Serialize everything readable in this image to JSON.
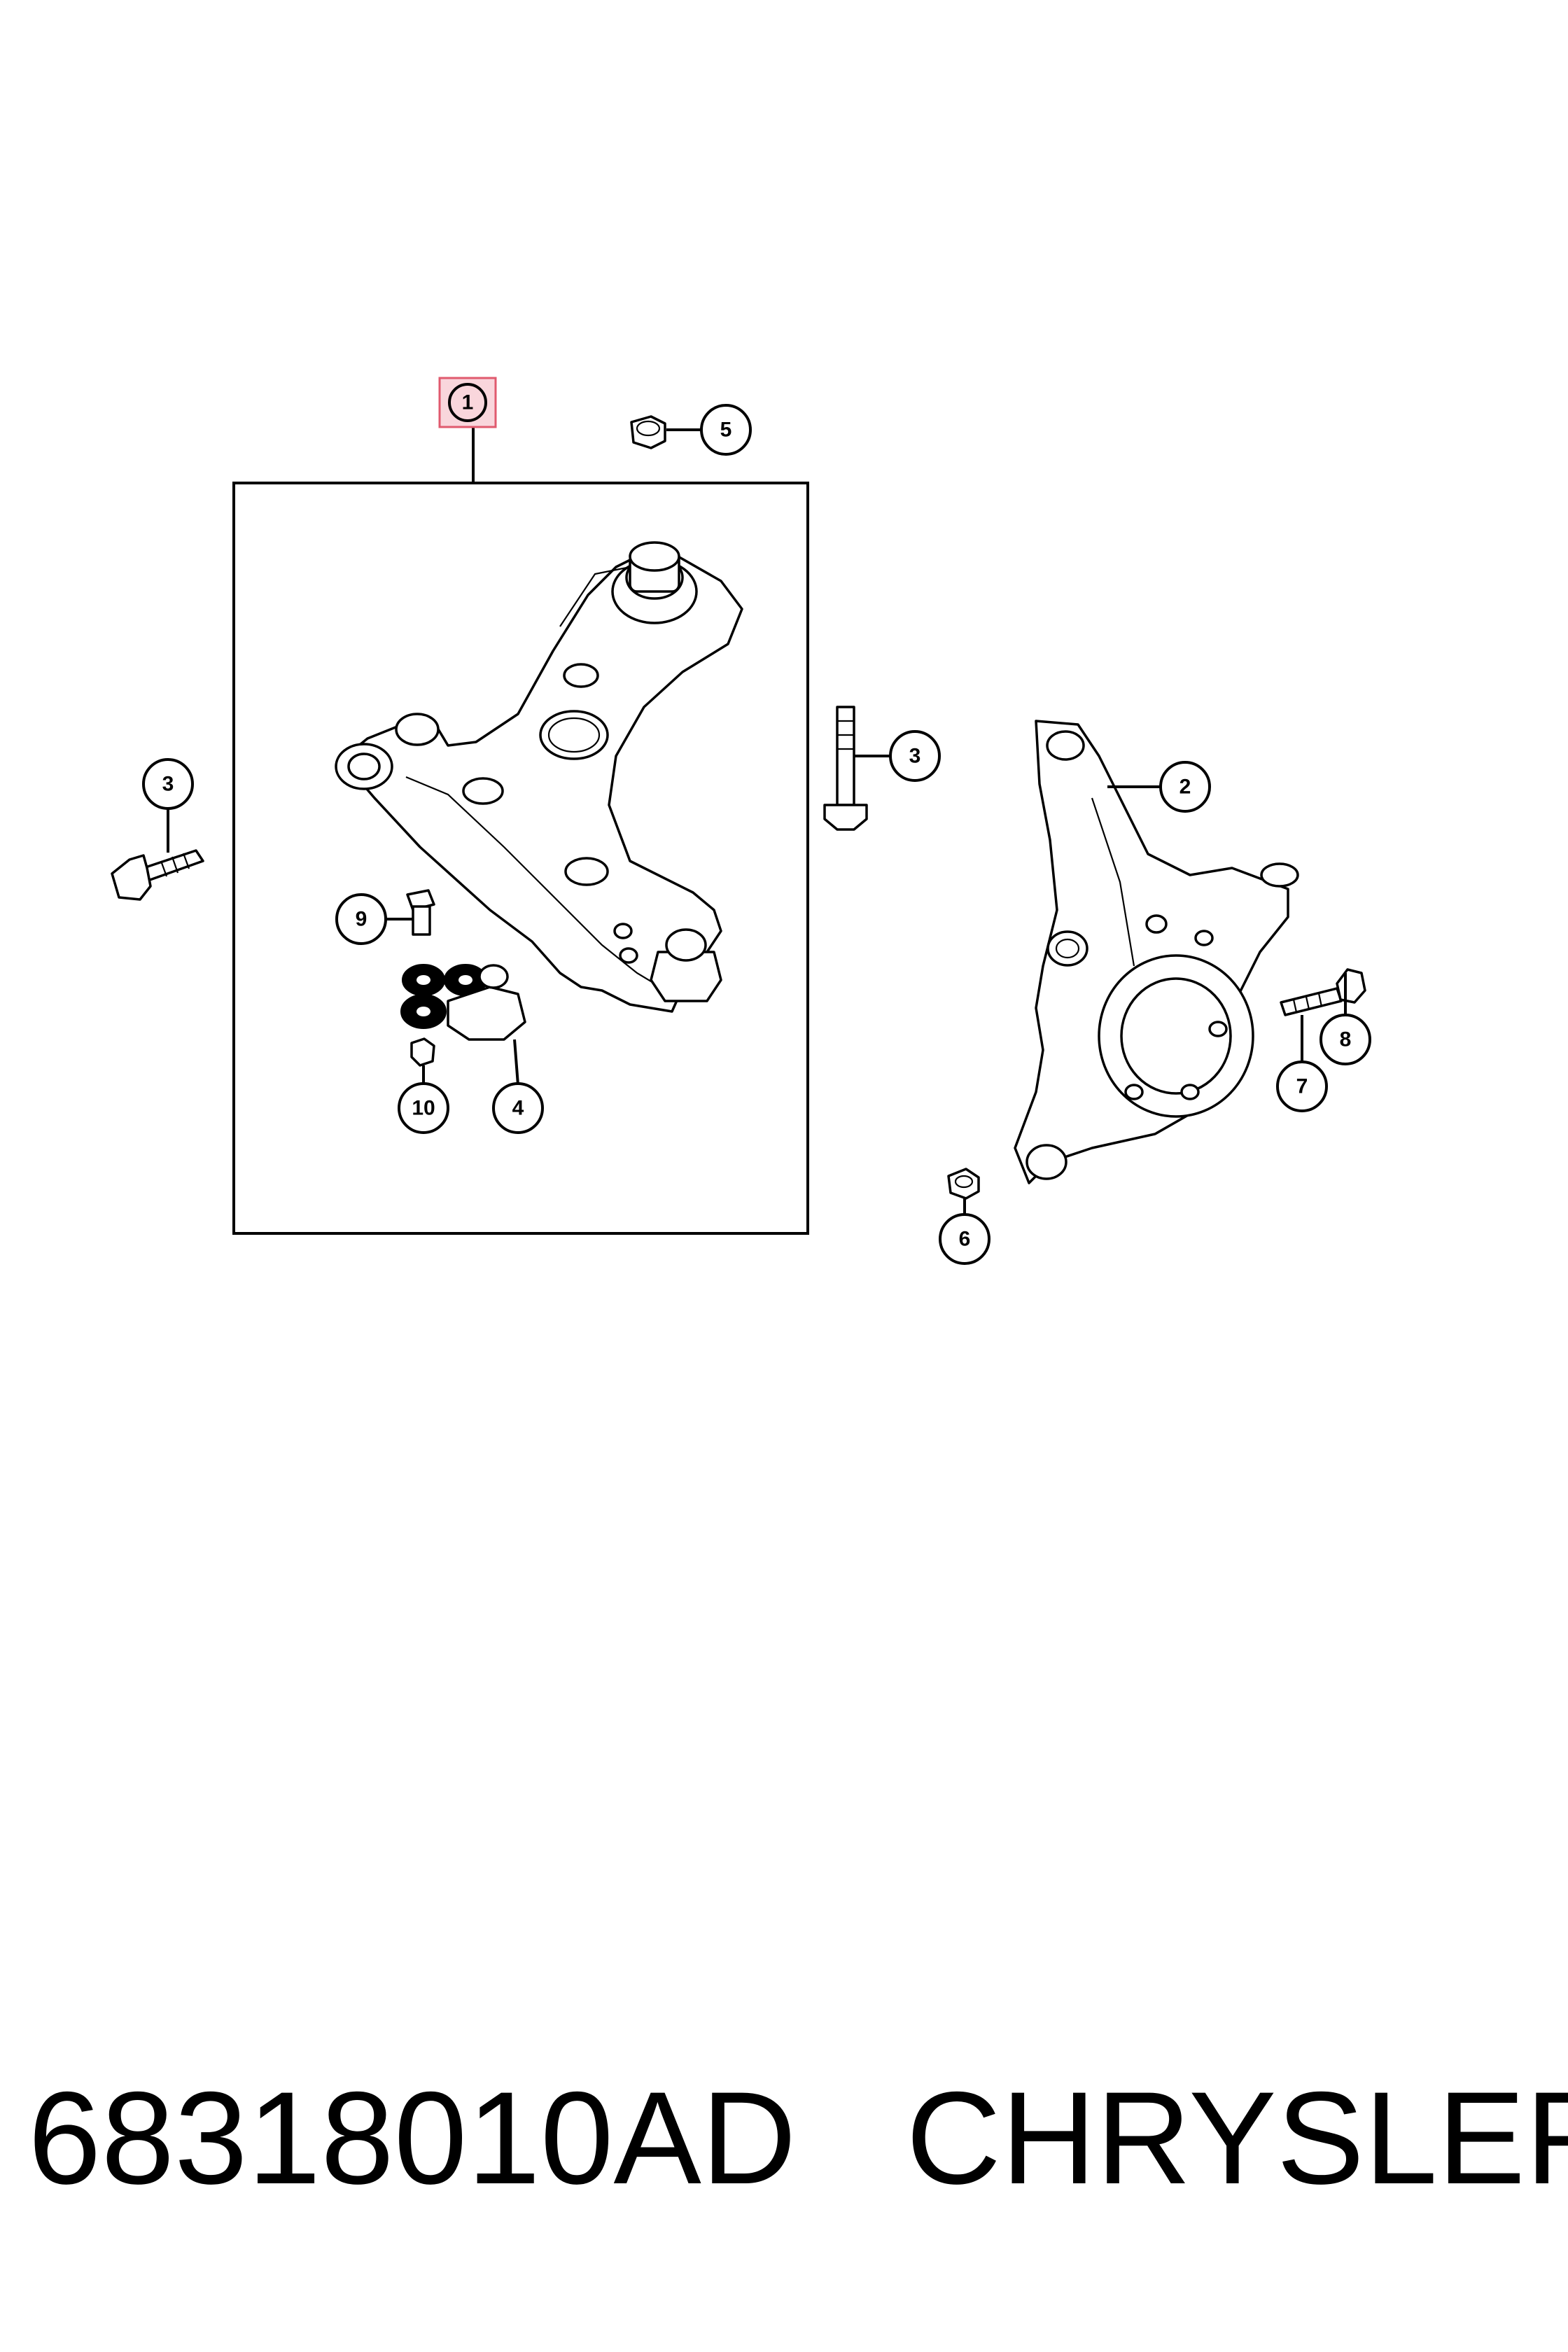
{
  "callouts": {
    "c1": "1",
    "c2": "2",
    "c3a": "3",
    "c3b": "3",
    "c4": "4",
    "c5": "5",
    "c6": "6",
    "c7": "7",
    "c8": "8",
    "c9": "9",
    "c10": "10"
  },
  "caption": {
    "part_number": "68318010AD",
    "brand": "CHRYSLER"
  },
  "colors": {
    "highlight_fill": "#f9d6dc",
    "highlight_stroke": "#e05a6e",
    "line": "#000000"
  }
}
